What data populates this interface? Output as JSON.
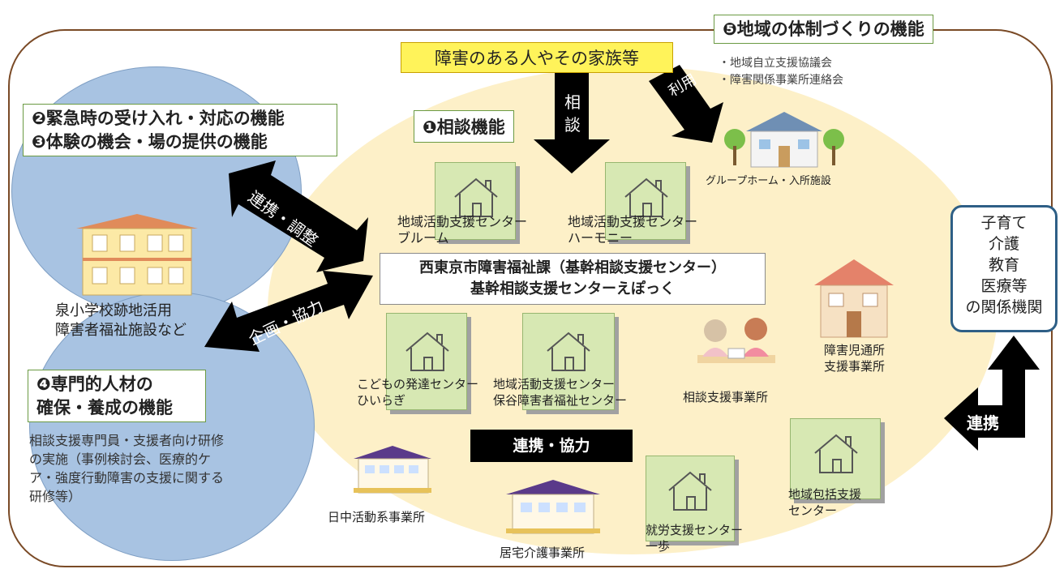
{
  "top_box": "障害のある人やその家族等",
  "func1": "❶相談機能",
  "func23": [
    "❷緊急時の受け入れ・対応の機能",
    "❸体験の機会・場の提供の機能"
  ],
  "func4": [
    "❹専門的人材の",
    "確保・養成の機能"
  ],
  "func5": "❺地域の体制づくりの機能",
  "func5_items": [
    "・地域自立支援協議会",
    "・障害関係事業所連絡会"
  ],
  "arrows": {
    "soudan": [
      "相",
      "談"
    ],
    "riyou": [
      "利",
      "用"
    ],
    "renkei_chousei": "連携・調整",
    "kikaku_kyouryoku": "企画・協力",
    "renkei": "連携"
  },
  "center": [
    "西東京市障害福祉課（基幹相談支援センター）",
    "基幹相談支援センターえぽっく"
  ],
  "renkei_kyouryoku": "連携・協力",
  "facilities": {
    "bloom": [
      "地域活動支援センター",
      "ブルーム"
    ],
    "harmony": [
      "地域活動支援センター",
      "ハーモニー"
    ],
    "group_home": "グループホーム・入所施設",
    "hiiragi": [
      "こどもの発達センター",
      "ひいらぎ"
    ],
    "hoya": [
      "地域活動支援センター",
      "保谷障害者福祉センター"
    ],
    "soudan_jigyousho": "相談支援事業所",
    "jidou": [
      "障害児通所",
      "支援事業所"
    ],
    "nicchu": "日中活動系事業所",
    "kyotaku": "居宅介護事業所",
    "shuurou": [
      "就労支援センター",
      "一歩"
    ],
    "houkatsu": [
      "地域包括支援",
      "センター"
    ],
    "izumi": [
      "泉小学校跡地活用",
      "障害者福祉施設など"
    ]
  },
  "training_text": [
    "相談支援専門員・支援者向け研修",
    "の実施（事例検討会、医療的ケ",
    "ア・強度行動障害の支援に関する",
    "研修等）"
  ],
  "related_orgs": [
    "子育て",
    "介護",
    "教育",
    "医療等",
    "の関係機関"
  ],
  "colors": {
    "frame": "#7a4a26",
    "oval": "#fdf0c8",
    "blue_circle": "#a8c3e2",
    "yellow_box": "#fff35a",
    "house_box": "#d7e8b3",
    "right_border": "#2e5f86"
  }
}
